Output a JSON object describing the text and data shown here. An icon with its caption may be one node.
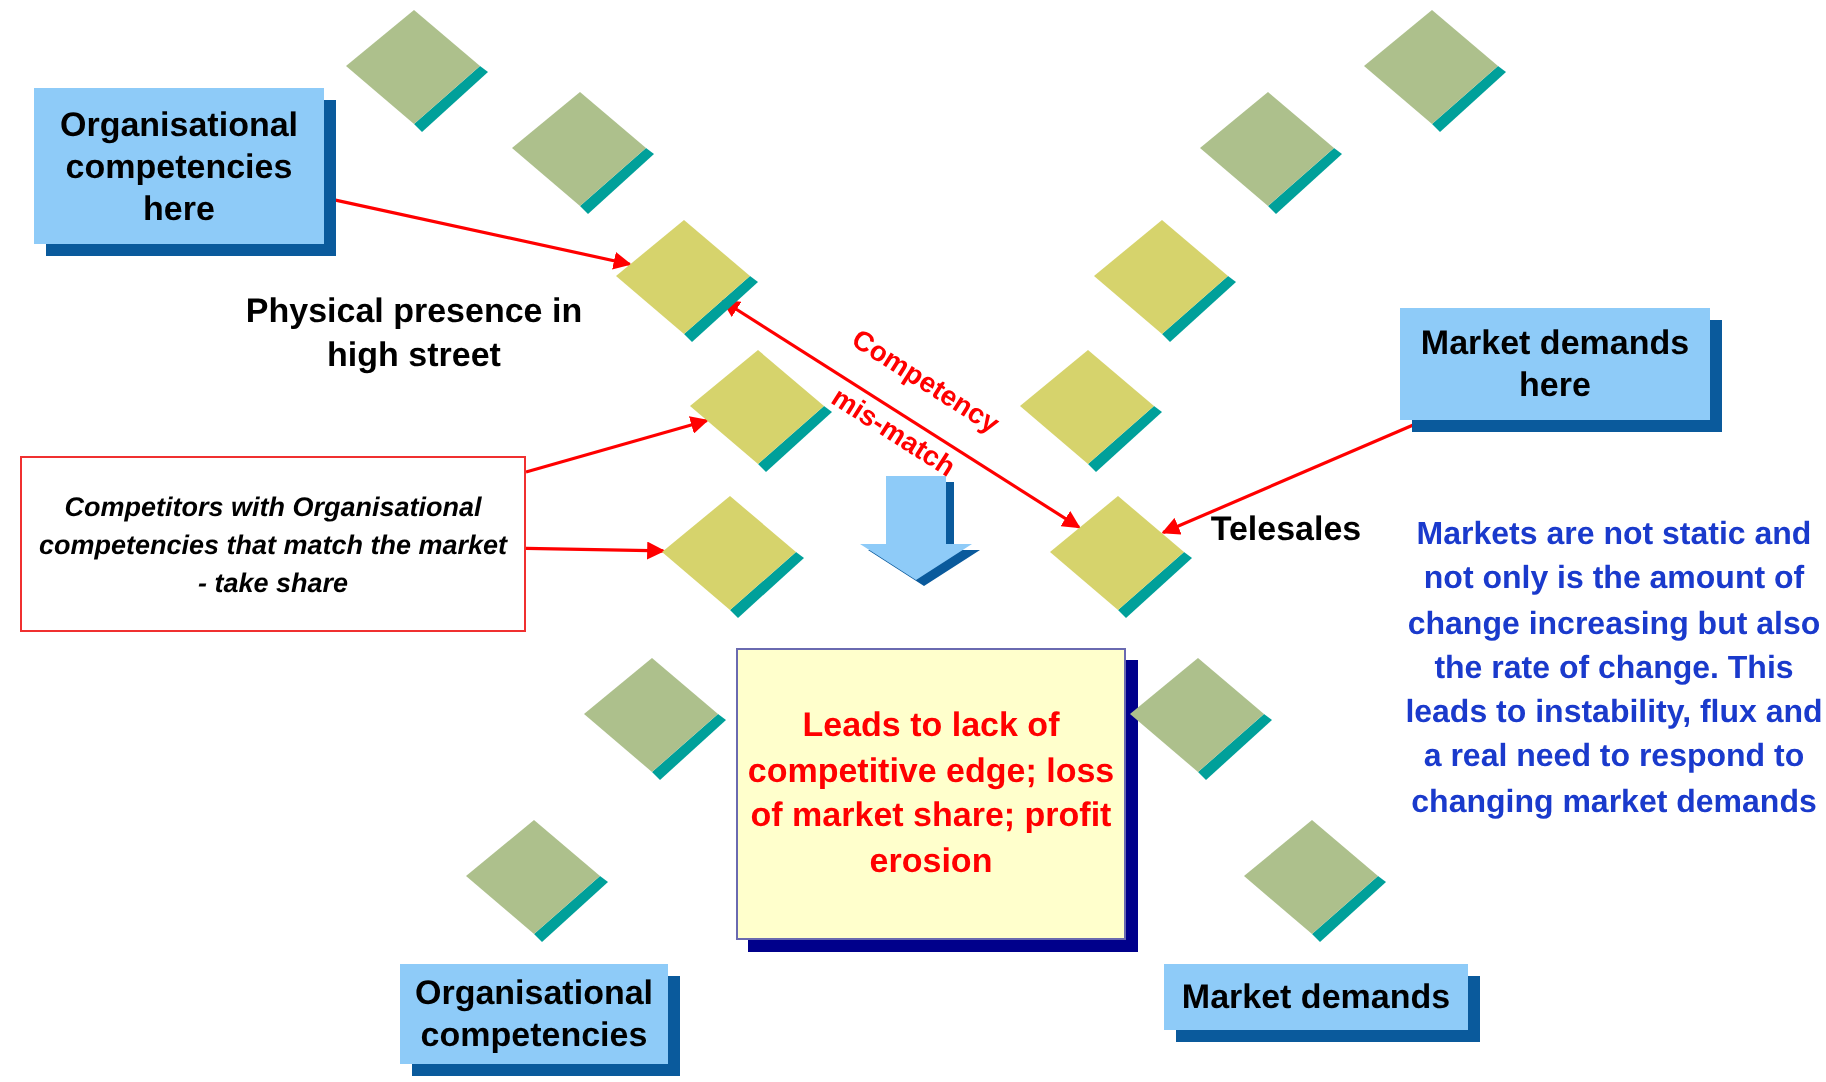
{
  "diagram": {
    "nodes": [
      {
        "text": [],
        "shape": "diamond"
      },
      {
        "text": [],
        "shape": "diamond"
      },
      {
        "text": [
          "Organisational competencies here"
        ]
      },
      {
        "text": [],
        "shape": "diamond"
      },
      {
        "text": [],
        "shape": "diamond"
      },
      {
        "text": [],
        "shape": "diamond",
        "beside": [
          "Physical presence in high street"
        ]
      },
      {
        "text": [],
        "shape": "diamond"
      },
      {
        "text": [
          "Market demands here"
        ]
      },
      {
        "text": [],
        "shape": "diamond"
      },
      {
        "text": [],
        "shape": "diamond"
      },
      {
        "text": [
          "Competitors with Organisational competencies that match the market - take share"
        ]
      },
      {
        "text": [],
        "shape": "diamond"
      },
      {
        "text": [],
        "shape": "diamond",
        "beside": [
          "Telesales"
        ]
      },
      {
        "text": [
          "Leads to lack of competitive edge; loss of market share; profit erosion"
        ]
      },
      {
        "text": [],
        "shape": "diamond"
      },
      {
        "text": [],
        "shape": "diamond"
      },
      {
        "text": [],
        "shape": "diamond"
      },
      {
        "text": [],
        "shape": "diamond"
      },
      {
        "text": [
          "Organisational competencies"
        ]
      },
      {
        "text": [
          "Market demands"
        ]
      }
    ],
    "edges": [
      {
        "from": 2,
        "to": 5,
        "arrow": "to"
      },
      {
        "from": 10,
        "to": 8,
        "arrow": "to"
      },
      {
        "from": 10,
        "to": 11,
        "arrow": "to"
      },
      {
        "from": 5,
        "to": 12,
        "arrow": "both",
        "label": "Competency mis-match"
      },
      {
        "from": 7,
        "to": 12,
        "arrow": "to"
      }
    ],
    "labels": [
      "Markets are not static and not only is the amount of change increasing but also the rate of change.  This leads to instability, flux and a real need to respond to changing market demands"
    ]
  }
}
